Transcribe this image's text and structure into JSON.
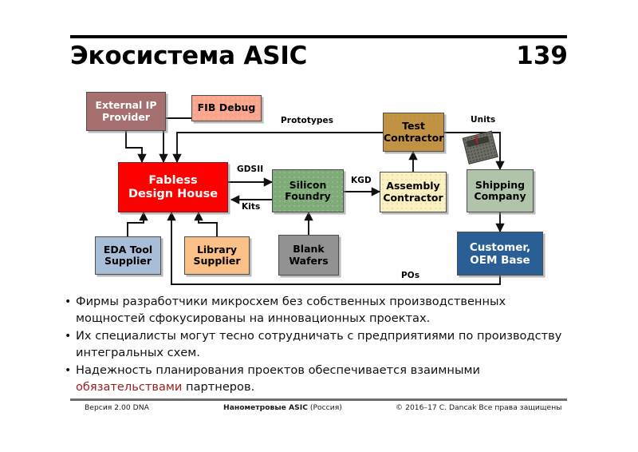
{
  "header": {
    "title": "Экосистема ASIC",
    "page_number": "139"
  },
  "diagram": {
    "nodes": [
      {
        "id": "external-ip-provider",
        "label": "External IP\nProvider",
        "color": "#a5706f",
        "text_color": "#ffffff"
      },
      {
        "id": "fib-debug",
        "label": "FIB Debug",
        "color": "#f9a58c",
        "text_color": "#000000"
      },
      {
        "id": "fabless-design-house",
        "label": "Fabless\nDesign House",
        "color": "#fe0000",
        "text_color": "#ffffff"
      },
      {
        "id": "test-contractor",
        "label": "Test\nContractor",
        "color": "#c39344",
        "text_color": "#000000"
      },
      {
        "id": "silicon-foundry",
        "label": "Silicon\nFoundry",
        "color": "#7fab79",
        "text_color": "#000000"
      },
      {
        "id": "assembly-contractor",
        "label": "Assembly\nContractor",
        "color": "#faf0c0",
        "text_color": "#000000"
      },
      {
        "id": "shipping-company",
        "label": "Shipping\nCompany",
        "color": "#b2c3ab",
        "text_color": "#000000"
      },
      {
        "id": "eda-tool-supplier",
        "label": "EDA Tool\nSupplier",
        "color": "#a8bdd8",
        "text_color": "#000000"
      },
      {
        "id": "library-supplier",
        "label": "Library\nSupplier",
        "color": "#fac087",
        "text_color": "#000000"
      },
      {
        "id": "blank-wafers",
        "label": "Blank\nWafers",
        "color": "#929292",
        "text_color": "#000000"
      },
      {
        "id": "customer-oem-base",
        "label": "Customer,\nOEM Base",
        "color": "#2a5f95",
        "text_color": "#ffffff"
      }
    ],
    "edge_labels": {
      "prototypes": "Prototypes",
      "units": "Units",
      "gdsii": "GDSII",
      "kgd": "KGD",
      "kits": "Kits",
      "pos": "POs"
    },
    "chip_icon": "integrated-circuit-chip"
  },
  "bullets": [
    {
      "pre": "Фирмы разработчики микросхем без собственных производственных мощностей сфокусированы на инновационных проектах.",
      "highlight": "",
      "post": ""
    },
    {
      "pre": "Их специалисты могут тесно сотрудничать с предприятиями по производству интегральных схем.",
      "highlight": "",
      "post": ""
    },
    {
      "pre": "Надежность планирования проектов обеспечивается взаимными ",
      "highlight": "обязательствами",
      "post": " партнеров."
    }
  ],
  "footer": {
    "left": "Версия 2.00 DNA",
    "middle_bold": "Нанометровые ASIC",
    "middle_rest": " (Россия)",
    "right": "© 2016–17 C. Dancak  Все права защищены"
  },
  "colors": {
    "highlight_red": "#9d1f20",
    "rule_black": "#000000",
    "footer_rule": "#6e6e6e"
  }
}
